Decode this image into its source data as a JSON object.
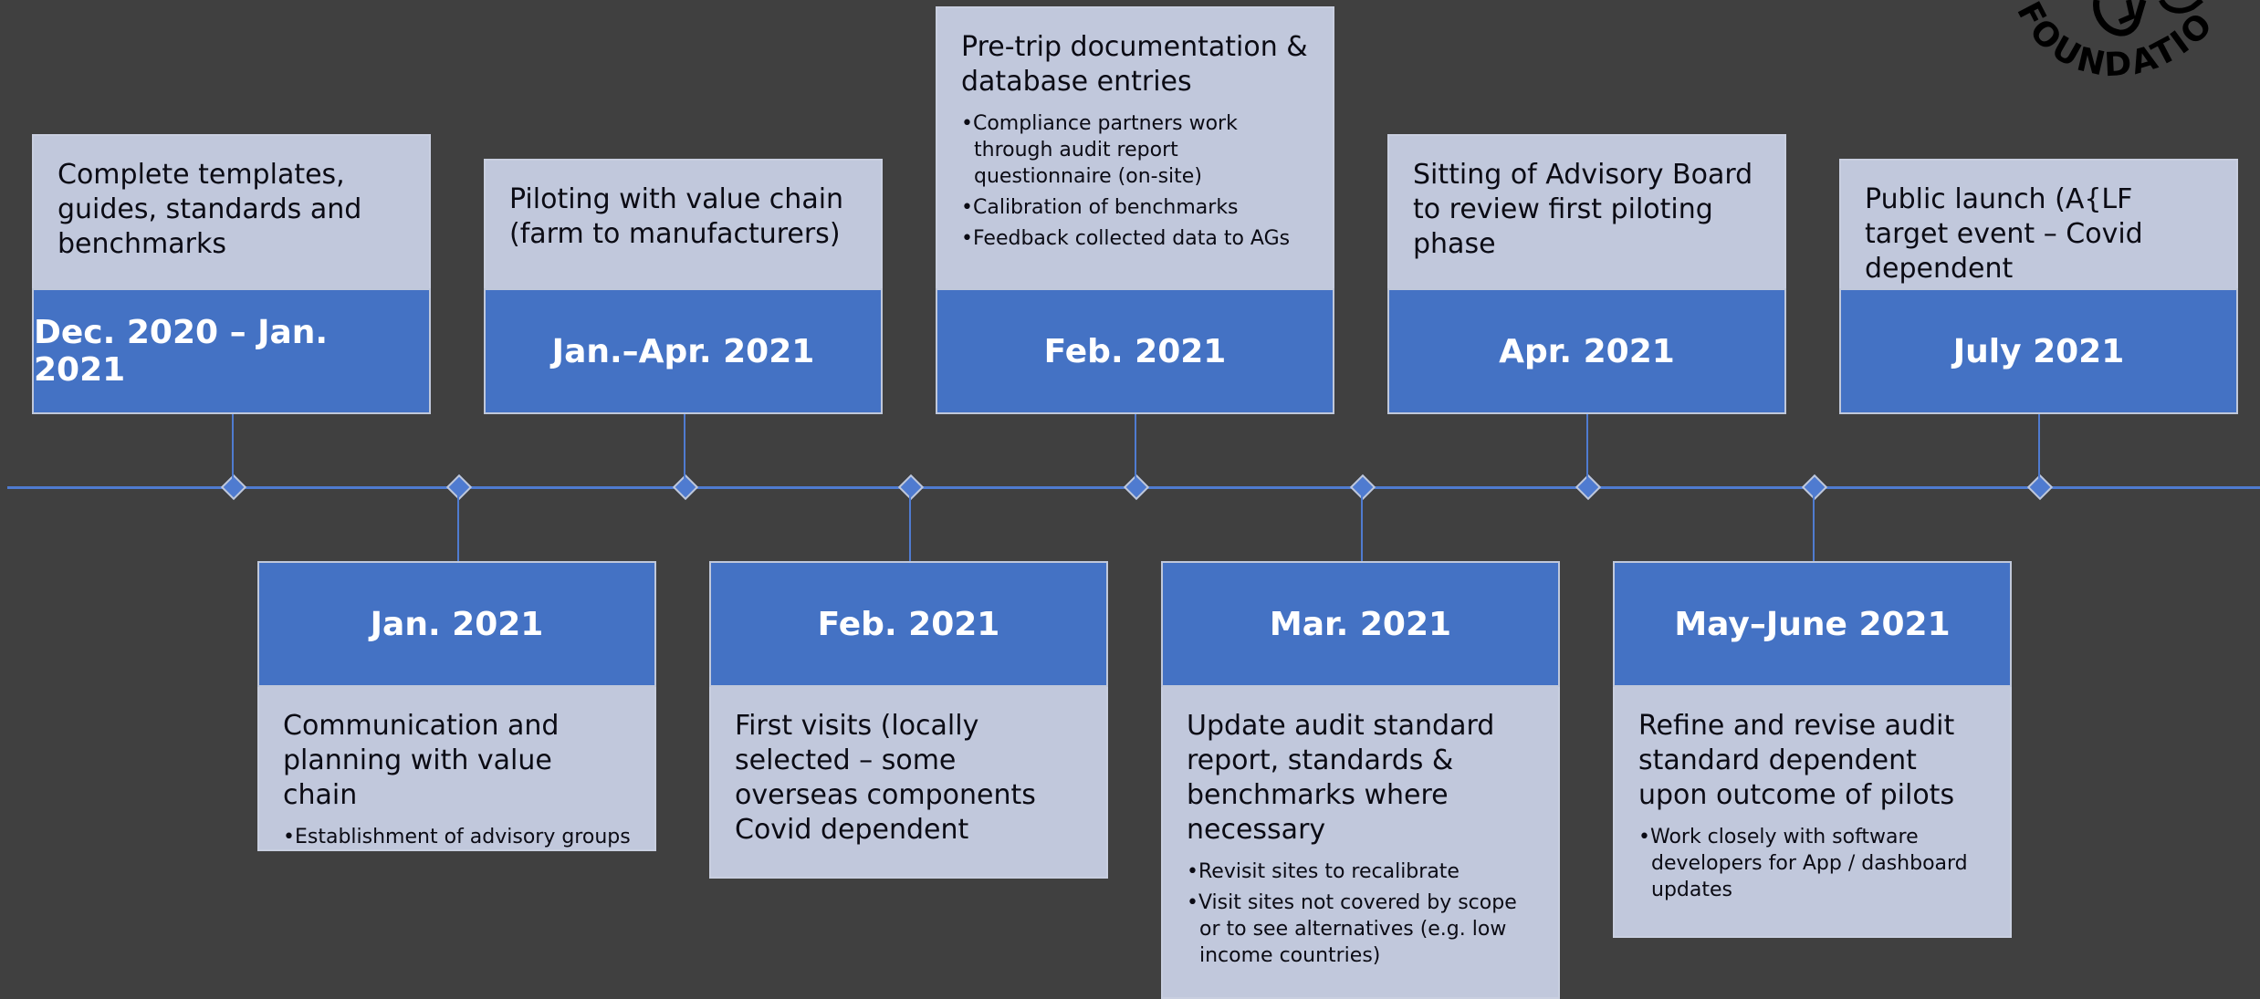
{
  "logo": {
    "text": "FOUNDATION",
    "icon": "hand-leaf-logo-icon"
  },
  "timeline": {
    "top": [
      {
        "date": "Dec. 2020 – Jan. 2021",
        "title": "Complete templates, guides, standards and benchmarks",
        "bullets": []
      },
      {
        "date": "Jan.–Apr. 2021",
        "title": "Piloting with value chain (farm to manufacturers)",
        "bullets": []
      },
      {
        "date": "Feb. 2021",
        "title": "Pre-trip documentation & database entries",
        "bullets": [
          "Compliance partners work through audit report questionnaire (on-site)",
          "Calibration of benchmarks",
          "Feedback collected data to AGs"
        ]
      },
      {
        "date": "Apr. 2021",
        "title": "Sitting of Advisory Board to review first piloting phase",
        "bullets": []
      },
      {
        "date": "July 2021",
        "title": "Public launch (A{LF target event – Covid dependent",
        "bullets": []
      }
    ],
    "bottom": [
      {
        "date": "Jan. 2021",
        "title": "Communication and planning with value chain",
        "bullets": [
          "Establishment of advisory groups"
        ]
      },
      {
        "date": "Feb. 2021",
        "title": "First visits (locally selected – some overseas components Covid dependent",
        "bullets": []
      },
      {
        "date": "Mar. 2021",
        "title": "Update audit standard report, standards & benchmarks where necessary",
        "bullets": [
          "Revisit sites to recalibrate",
          "Visit sites not covered by scope or to see alternatives (e.g. low income countries)"
        ]
      },
      {
        "date": "May–June 2021",
        "title": "Refine and revise audit standard dependent upon outcome of pilots",
        "bullets": [
          "Work closely with software developers for App / dashboard updates"
        ]
      }
    ]
  }
}
